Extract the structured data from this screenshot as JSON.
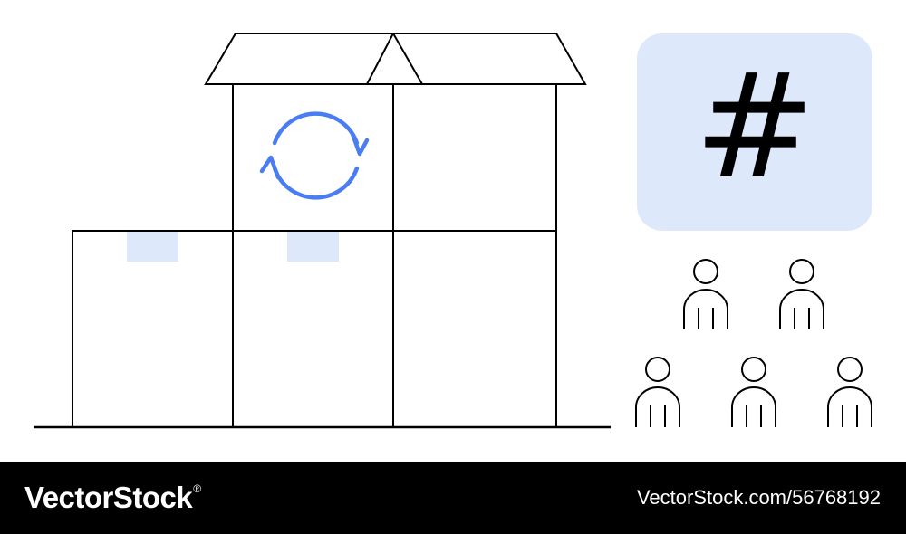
{
  "scene": {
    "hash_symbol": "#",
    "people_count": 5
  },
  "colors": {
    "accent_blue": "#4a7df2",
    "pale_blue": "#dde8fb",
    "line": "#000000"
  },
  "icons": [
    "refresh-cycle-icon",
    "hash-icon",
    "person-icon"
  ],
  "footer": {
    "brand": "VectorStock",
    "registered_mark": "®",
    "image_id": "VectorStock.com/56768192"
  }
}
